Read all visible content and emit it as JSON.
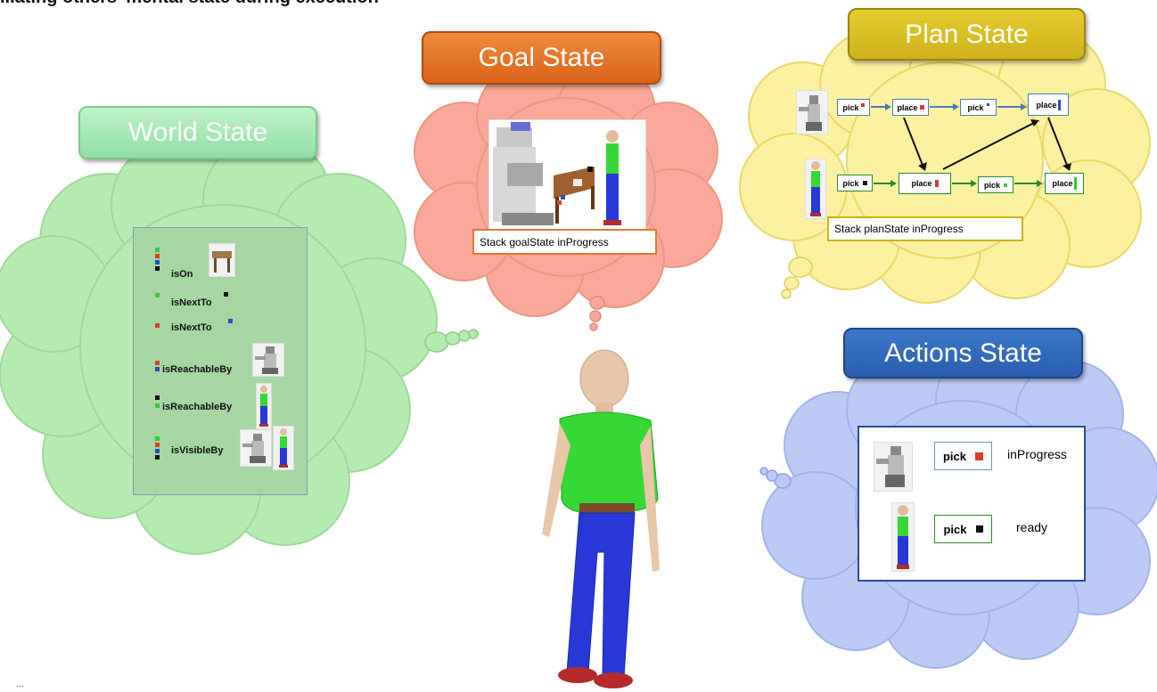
{
  "page": {
    "title": "...ating others' mental state during execution",
    "footer": "..."
  },
  "world": {
    "title": "World State",
    "relations": [
      {
        "label": "isOn"
      },
      {
        "label": "isNextTo"
      },
      {
        "label": "isNextTo"
      },
      {
        "label": "isReachableBy"
      },
      {
        "label": "isReachableBy"
      },
      {
        "label": "isVisibleBy"
      }
    ]
  },
  "goal": {
    "title": "Goal State",
    "status": "Stack goalState inProgress"
  },
  "plan": {
    "title": "Plan State",
    "status": "Stack planState inProgress",
    "robot_row": [
      "pick",
      "place",
      "pick",
      "place"
    ],
    "human_row": [
      "pick",
      "place",
      "pick",
      "place"
    ]
  },
  "actions": {
    "title": "Actions State",
    "items": [
      {
        "action": "pick",
        "status": "inProgress",
        "object_color": "#e03a2e"
      },
      {
        "action": "pick",
        "status": "ready",
        "object_color": "#111111"
      }
    ]
  },
  "colors": {
    "world": "#8fdfa3",
    "goal": "#d8641a",
    "plan": "#cdb21a",
    "actions": "#2a5eb0",
    "cube_green": "#3cc63c",
    "cube_red": "#e03a2e",
    "cube_blue": "#2a4fc0",
    "cube_black": "#111111"
  }
}
